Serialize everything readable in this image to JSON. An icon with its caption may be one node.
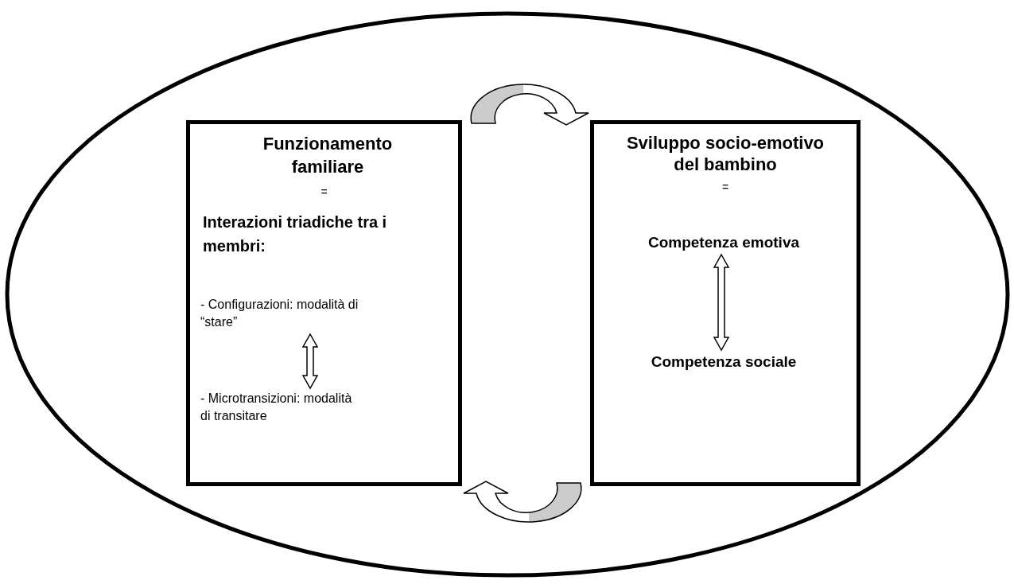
{
  "diagram": {
    "nodes": [
      {
        "text": [],
        "shape": "ellipse"
      },
      {
        "text": [
          "Funzionamento familiare",
          "=",
          "Interazioni triadiche tra i membri:"
        ],
        "in": 0
      },
      {
        "text": [
          "- Configurazioni: modalità di “stare”"
        ],
        "in": 1
      },
      {
        "text": [
          "- Microtransizioni: modalità di transitare"
        ],
        "in": 1
      },
      {
        "text": [
          "Sviluppo socio-emotivo del bambino",
          "="
        ],
        "in": 0
      },
      {
        "text": [
          "Competenza emotiva"
        ],
        "in": 4
      },
      {
        "text": [
          "Competenza sociale"
        ],
        "in": 4
      }
    ],
    "edges": [
      {
        "from": 1,
        "to": 4,
        "arrow": "to"
      },
      {
        "from": 4,
        "to": 1,
        "arrow": "to"
      },
      {
        "from": 2,
        "to": 3,
        "arrow": "both"
      },
      {
        "from": 5,
        "to": 6,
        "arrow": "both"
      }
    ]
  }
}
